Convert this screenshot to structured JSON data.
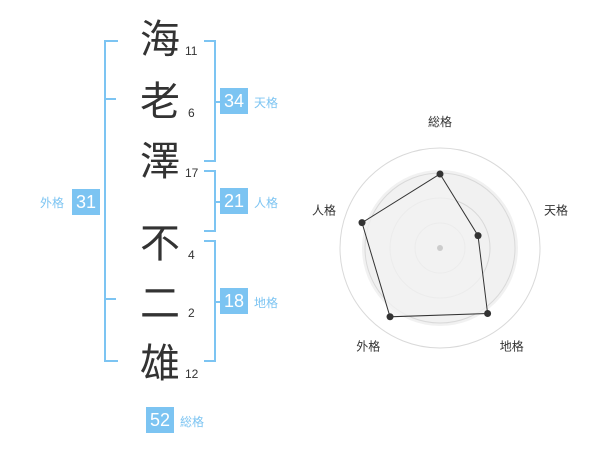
{
  "name": {
    "characters": [
      {
        "char": "海",
        "strokes": "11"
      },
      {
        "char": "老",
        "strokes": "6"
      },
      {
        "char": "澤",
        "strokes": "17"
      },
      {
        "char": "不",
        "strokes": "4"
      },
      {
        "char": "二",
        "strokes": "2"
      },
      {
        "char": "雄",
        "strokes": "12"
      }
    ]
  },
  "fortunes": {
    "tenkaku": {
      "value": "34",
      "label": "天格"
    },
    "jinkaku": {
      "value": "21",
      "label": "人格"
    },
    "chikaku": {
      "value": "18",
      "label": "地格"
    },
    "gaikaku": {
      "value": "31",
      "label": "外格"
    },
    "soukaku": {
      "value": "52",
      "label": "総格"
    }
  },
  "colors": {
    "accent": "#7cc4f2",
    "text": "#333333",
    "radar_fill": "#e5e5e5",
    "radar_poly": "#f2f2f2"
  },
  "chart_data": {
    "type": "radar",
    "axes": [
      "総格",
      "天格",
      "地格",
      "外格",
      "人格"
    ],
    "values": [
      0.74,
      0.4,
      0.81,
      0.85,
      0.82
    ],
    "rings": 4,
    "range": [
      0,
      1
    ]
  }
}
